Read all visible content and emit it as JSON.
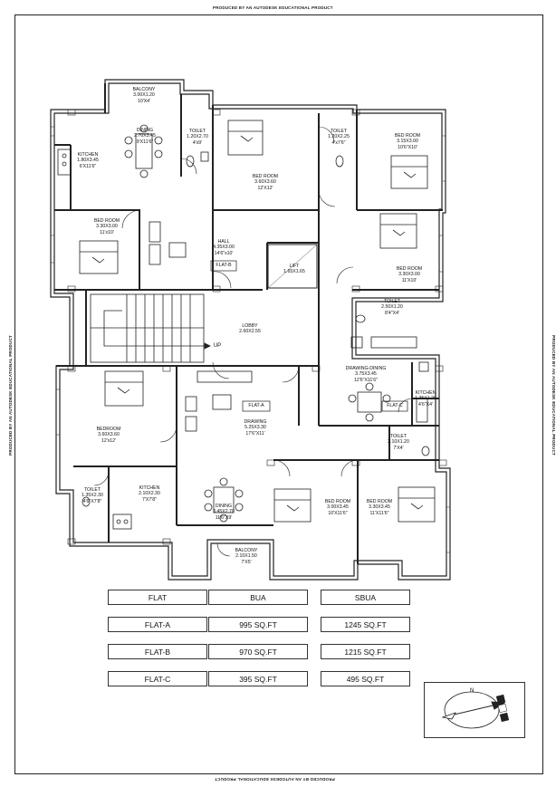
{
  "stamps": {
    "top": "PRODUCED BY AN AUTODESK EDUCATIONAL PRODUCT",
    "bottom": "PRODUCED BY AN AUTODESK EDUCATIONAL PRODUCT",
    "left": "PRODUCED BY AN AUTODESK EDUCATIONAL PRODUCT",
    "right": "PRODUCED BY AN AUTODESK EDUCATIONAL PRODUCT"
  },
  "rooms": {
    "balcony_top": {
      "name": "BALCONY",
      "size": "3.00X1.20",
      "imperial": "10'X4'"
    },
    "dining_b": {
      "name": "DINING",
      "size": "2.70X3.45",
      "imperial": "9'X11'6\""
    },
    "toilet_b": {
      "name": "TOILET",
      "size": "1.20X2.70",
      "imperial": "4'x9'"
    },
    "toilet_c_top": {
      "name": "TOILET",
      "size": "1.20X2.25",
      "imperial": "4'x7'6\""
    },
    "bed_top_right": {
      "name": "BED ROOM",
      "size": "3.15X3.00",
      "imperial": "10'6\"X10'"
    },
    "kitchen_b": {
      "name": "KITCHEN",
      "size": "1.80X3.45",
      "imperial": "6'X11'6\""
    },
    "bed_b_center": {
      "name": "BED ROOM",
      "size": "3.60X3.60",
      "imperial": "12'X12'"
    },
    "bed_b_left": {
      "name": "BED ROOM",
      "size": "3.30X3.00",
      "imperial": "11'x10'"
    },
    "hall_b": {
      "name": "HALL",
      "size": "4.35X3.00",
      "imperial": "14'6\"x10'",
      "tag": "FLAT-B"
    },
    "lift": {
      "name": "LIFT",
      "size": "1.65X1.65"
    },
    "bed_right_mid": {
      "name": "BED ROOM",
      "size": "3.30X3.00",
      "imperial": "11'X10'"
    },
    "toilet_c_mid": {
      "name": "TOILET",
      "size": "2.50X1.20",
      "imperial": "8'4\"X4'"
    },
    "lobby": {
      "name": "LOBBY",
      "size": "2.60X2.55"
    },
    "stair_up": "UP",
    "drawing_dining_c": {
      "name": "DRAWING-DINING",
      "size": "3.75X3.45",
      "imperial": "12'6\"X11'6\"",
      "tag": "FLAT-C"
    },
    "kitchen_c": {
      "name": "KITCHEN",
      "size": "1.35X1.20",
      "imperial": "4'6\"X4'"
    },
    "bedroom_a_left": {
      "name": "BEDROOM",
      "size": "3.60X3.60",
      "imperial": "12'x12'"
    },
    "drawing_a": {
      "name": "DRAWING",
      "size": "5.25X3.30",
      "imperial": "17'6\"X11'",
      "tag": "FLAT-A"
    },
    "toilet_c_low": {
      "name": "TOILET",
      "size": "2.10X1.20",
      "imperial": "7'X4'"
    },
    "toilet_a": {
      "name": "TOILET",
      "size": "1.35X2.30",
      "imperial": "4'6\"X7'8\""
    },
    "kitchen_a": {
      "name": "KITCHEN",
      "size": "2.10X2.30",
      "imperial": "7'X7'8\""
    },
    "dining_a": {
      "name": "DINING",
      "size": "3.45X2.70",
      "imperial": "11'6\"X9'"
    },
    "bed_a_mid": {
      "name": "BED ROOM",
      "size": "3.00X3.45",
      "imperial": "10'X11'6\""
    },
    "bed_a_right": {
      "name": "BED ROOM",
      "size": "3.30X3.45",
      "imperial": "11'X11'6\""
    },
    "balcony_bottom": {
      "name": "BALCONY",
      "size": "2.10X1.50",
      "imperial": "7'X5'"
    }
  },
  "area_table": {
    "headers": [
      "FLAT",
      "BUA",
      "SBUA"
    ],
    "rows": [
      [
        "FLAT-A",
        "995 SQ.FT",
        "1245 SQ.FT"
      ],
      [
        "FLAT-B",
        "970 SQ.FT",
        "1215 SQ.FT"
      ],
      [
        "FLAT-C",
        "395 SQ.FT",
        "495 SQ.FT"
      ]
    ]
  },
  "north_arrow": {
    "label": "N",
    "icon": "north-arrow-icon"
  }
}
